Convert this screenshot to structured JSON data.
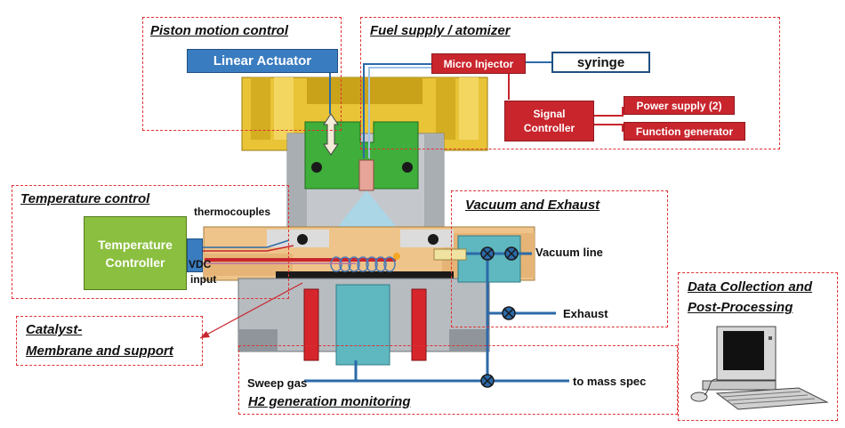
{
  "sections": {
    "piston": "Piston motion control",
    "fuel": "Fuel supply / atomizer",
    "temperature": "Temperature control",
    "vacuum": "Vacuum and Exhaust",
    "data_line1": "Data Collection and",
    "data_line2": "Post-Processing",
    "catalyst_line1": "Catalyst-",
    "catalyst_line2": "Membrane and support",
    "h2": "H2 generation monitoring"
  },
  "components": {
    "linear_actuator": "Linear Actuator",
    "micro_injector": "Micro Injector",
    "syringe": "syringe",
    "signal_controller_line1": "Signal",
    "signal_controller_line2": "Controller",
    "power_supply": "Power supply (2)",
    "function_generator": "Function generator",
    "temperature_controller_line1": "Temperature",
    "temperature_controller_line2": "Controller"
  },
  "labels": {
    "thermocouples": "thermocouples",
    "vdc": "VDC",
    "input": "input",
    "vacuum_line": "Vacuum line",
    "exhaust": "Exhaust",
    "sweep_gas": "Sweep gas",
    "to_mass_spec": "to mass spec"
  },
  "colors": {
    "dashed_border": "#dd3333",
    "red_box": "#c9252d",
    "actuator_blue": "#3a7cc0",
    "controller_green": "#8bbf3f",
    "yellow_block": "#e9c436",
    "green_piston": "#3fae3a",
    "gray_cylinder": "#c4c8cc",
    "orange_body": "#efc48a",
    "pipe_blue": "#2c6aa8",
    "teal": "#5fb7c0"
  }
}
